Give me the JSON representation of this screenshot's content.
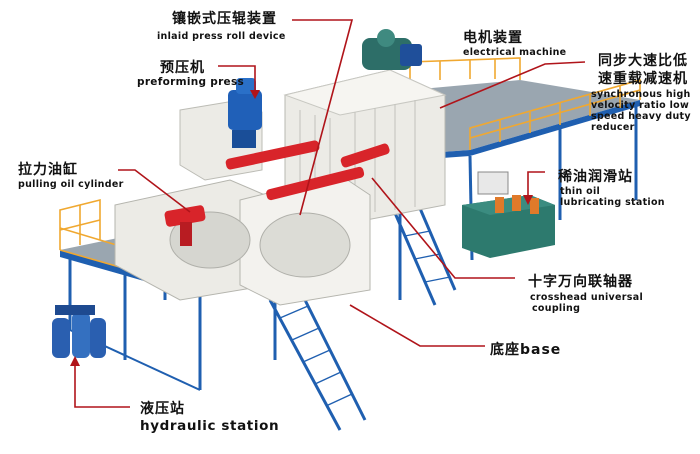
{
  "labels": {
    "inlaid_roll": {
      "cn": "镶嵌式压辊装置",
      "en": "inlaid press roll device"
    },
    "preforming": {
      "cn": "预压机",
      "en": "preforming press"
    },
    "electrical": {
      "cn": "电机装置",
      "en": "electrical machine"
    },
    "reducer": {
      "cn_line1": "同步大速比低",
      "cn_line2": "速重载减速机",
      "en_line1": "synchronous high",
      "en_line2": "velocity ratio low",
      "en_line3": "speed heavy duty",
      "en_line4": "reducer"
    },
    "pulling": {
      "cn": "拉力油缸",
      "en": "pulling oil cylinder"
    },
    "lubricating": {
      "cn": "稀油润滑站",
      "en_line1": "thin oil",
      "en_line2": "lubricating station"
    },
    "coupling": {
      "cn": "十字万向联轴器",
      "en_line1": "crosshead universal",
      "en_line2": "coupling"
    },
    "base": {
      "cn": "底座base"
    },
    "hydraulic": {
      "cn": "液压站",
      "en": "hydraulic station"
    }
  },
  "colors": {
    "leader": "#b0141a",
    "frame": "#1f5fb0",
    "railing": "#f0a830",
    "machine": "#ecebe6",
    "accent": "#d8242a",
    "tank": "#2d7a6e"
  }
}
